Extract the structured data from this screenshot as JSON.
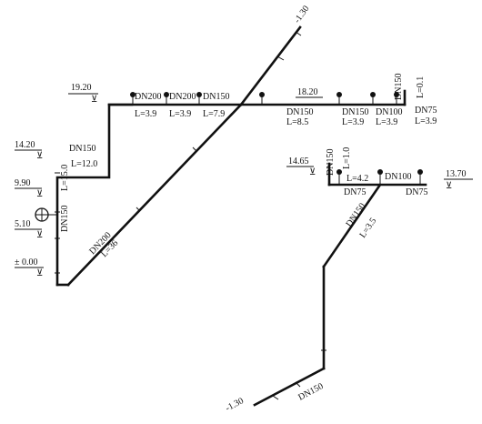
{
  "elevations": {
    "top_riser": "-1.30",
    "roof_left": "19.20",
    "left_14": "14.20",
    "left_9": "9.90",
    "left_5": "5.10",
    "left_0": "± 0.00",
    "mid_18": "18.20",
    "branch_14": "14.65",
    "branch_13": "13.70",
    "bottom": "-1.30"
  },
  "labels": {
    "dn200_a": "DN200",
    "dn200_b": "DN200",
    "dn150_top": "DN150",
    "l39_a": "L=3.9",
    "l39_b": "L=3.9",
    "l79": "L=7.9",
    "dn150_mid": "DN150",
    "l85": "L=8.5",
    "dn150_r1": "DN150",
    "l39_c": "L=3.9",
    "dn100_r": "DN100",
    "l39_d": "L=3.9",
    "dn150_vert_top": "DN150",
    "l01": "L=0.1",
    "dn75_r": "DN75",
    "l39_e": "L=3.9",
    "dn150_left": "DN150",
    "l120": "L=12.0",
    "l150": "L=15.0",
    "dn150_riser": "DN150",
    "dn200_diag": "DN200",
    "l36": "L=36",
    "dn150_branch_vert": "DN150",
    "l10": "L=1.0",
    "l42": "L=4.2",
    "dn100_branch": "DN100",
    "dn75_branch_a": "DN75",
    "dn75_branch_b": "DN75",
    "dn150_branch_diag": "DN150",
    "l35": "L=3.5",
    "dn150_bottom": "DN150"
  }
}
